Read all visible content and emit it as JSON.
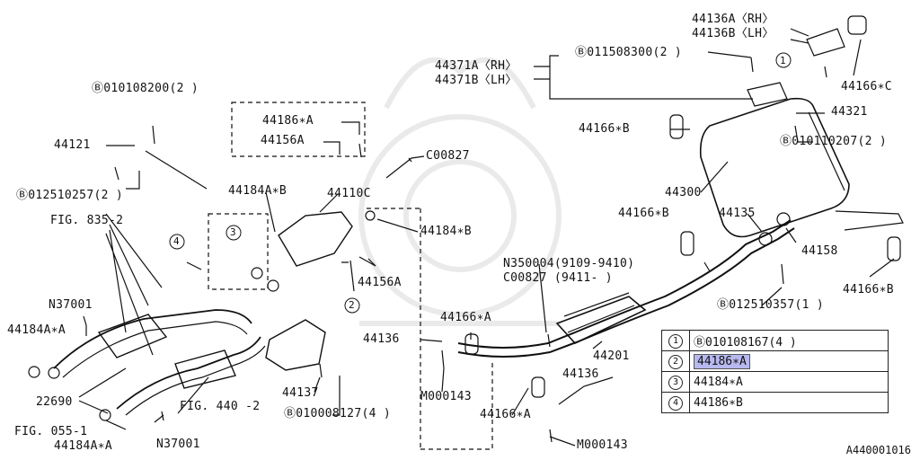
{
  "labels": {
    "l44136a": "44136A〈RH〉",
    "l44136b": "44136B〈LH〉",
    "l44371a": "44371A〈RH〉",
    "l44371b": "44371B〈LH〉",
    "lb011508300": "Ⓑ011508300(2 )",
    "l1": "1",
    "l44166c": "44166∗C",
    "l44321": "44321",
    "l44166b_top": "44166∗B",
    "lb010110207": "Ⓑ010110207(2 )",
    "lb010108200": "Ⓑ010108200(2 )",
    "l44121": "44121",
    "lb012510257": "Ⓑ012510257(2 )",
    "l44186a": "44186∗A",
    "l44156a": "44156A",
    "lc00827": "C00827",
    "l44184ab": "44184A∗B",
    "l44110c": "44110C",
    "l44184b": "44184∗B",
    "lfig835": "FIG. 835-2",
    "l4": "4",
    "l3": "3",
    "l44156a_b": "44156A",
    "l2": "2",
    "l44300": "44300",
    "l44166b_mid": "44166∗B",
    "l44135": "44135",
    "l44158": "44158",
    "l44166b_r": "44166∗B",
    "ln350004": "N350004(9109-9410)",
    "lc00827_b": "C00827 (9411-    )",
    "lb012510357": "Ⓑ012510357(1 )",
    "ln37001": "N37001",
    "l44184aa": "44184A∗A",
    "l44166a": "44166∗A",
    "l44136_l": "44136",
    "l44201": "44201",
    "l44136_b": "44136",
    "l22690": "22690",
    "l44137": "44137",
    "lm000143": "M000143",
    "l44166a_b": "44166∗A",
    "lfig440": "FIG. 440 -2",
    "lb010008127": "Ⓑ010008127(4 )",
    "lfig055": "FIG. 055-1",
    "l44184aa_b": "44184A∗A",
    "ln37001_b": "N37001",
    "lm000143_b": "M000143"
  },
  "legend": [
    {
      "num": "1",
      "value": "Ⓑ010108167(4 )",
      "highlighted": false
    },
    {
      "num": "2",
      "value": "44186∗A",
      "highlighted": true
    },
    {
      "num": "3",
      "value": "44184∗A",
      "highlighted": false
    },
    {
      "num": "4",
      "value": "44186∗B",
      "highlighted": false
    }
  ],
  "doc_id": "A440001016",
  "colors": {
    "highlight": "#b8b8f0",
    "ink": "#111111"
  }
}
